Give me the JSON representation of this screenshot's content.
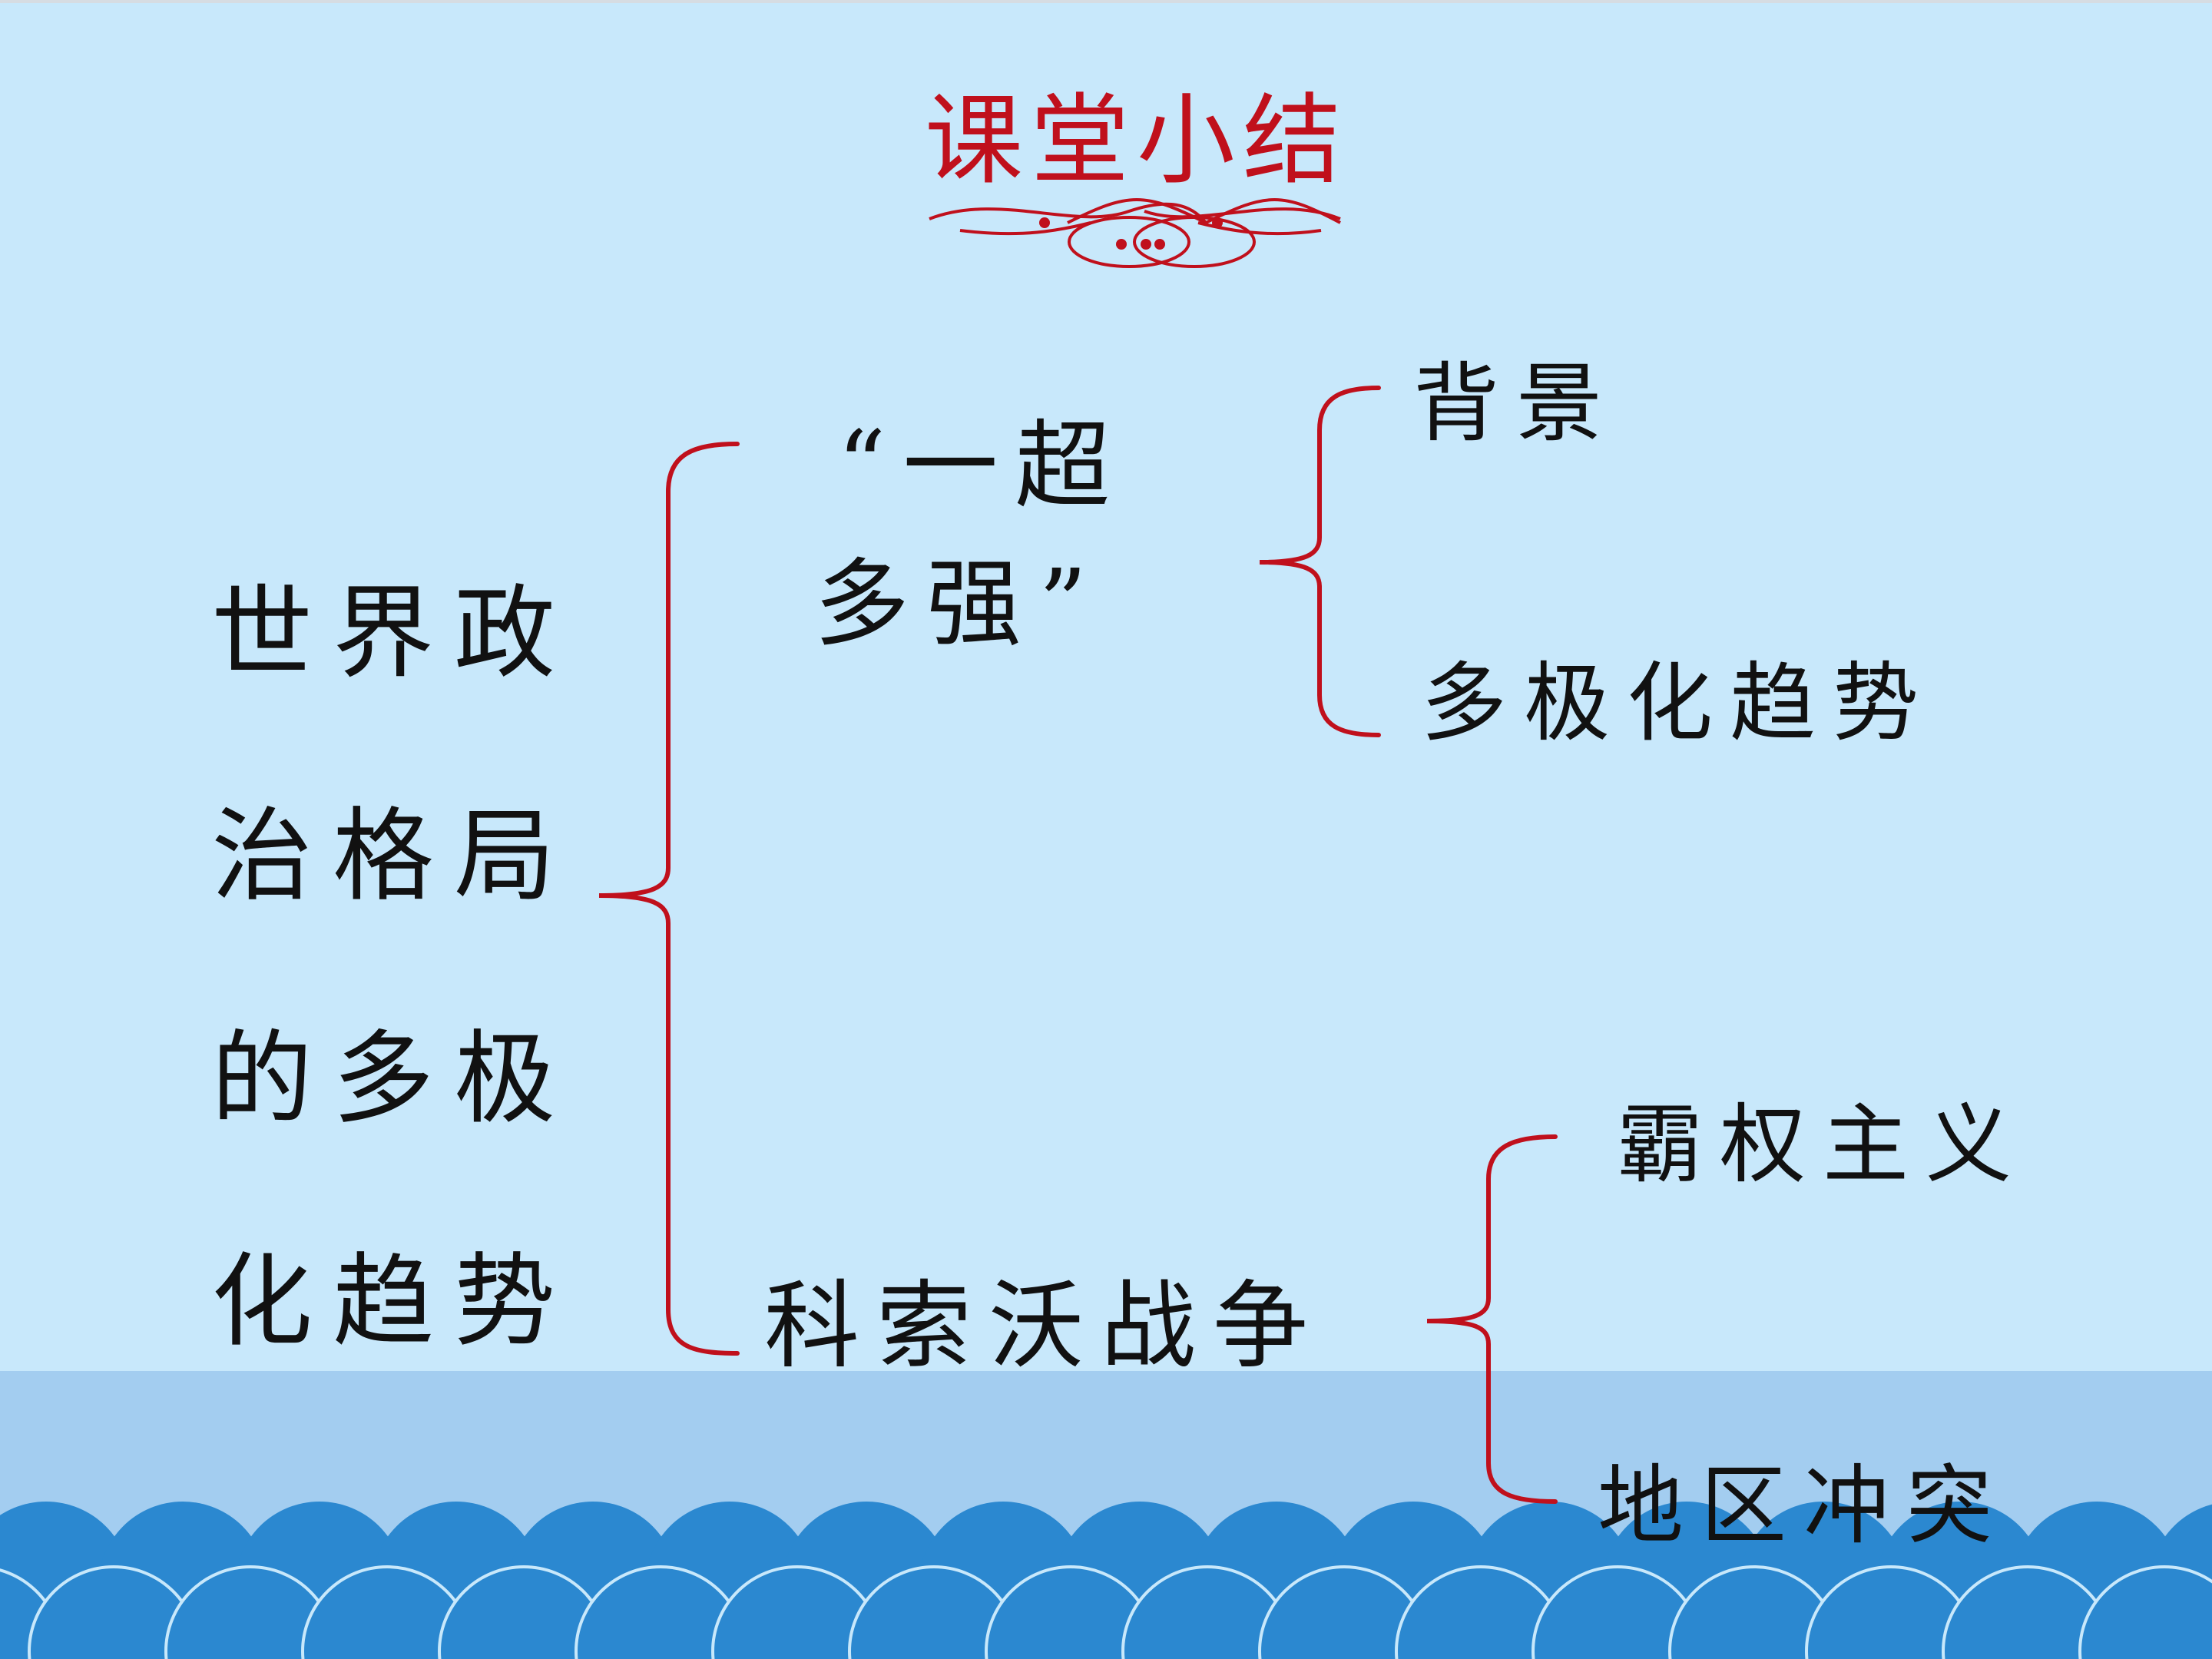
{
  "title": "课堂小结",
  "root": {
    "lines": [
      "世界政",
      "治格局",
      "的多极",
      "化趋势"
    ]
  },
  "branches": [
    {
      "label_lines": [
        "“一超",
        "多强”"
      ],
      "children": [
        "背景",
        "多极化趋势"
      ]
    },
    {
      "label_lines": [
        "科索沃战争"
      ],
      "children": [
        "霸权主义",
        "地区冲突"
      ]
    }
  ],
  "colors": {
    "background": "#c8e8fb",
    "bottom_stripe": "#a3cdf0",
    "waves": "#2b88d0",
    "accent_red": "#c0101c",
    "text": "#111111"
  }
}
